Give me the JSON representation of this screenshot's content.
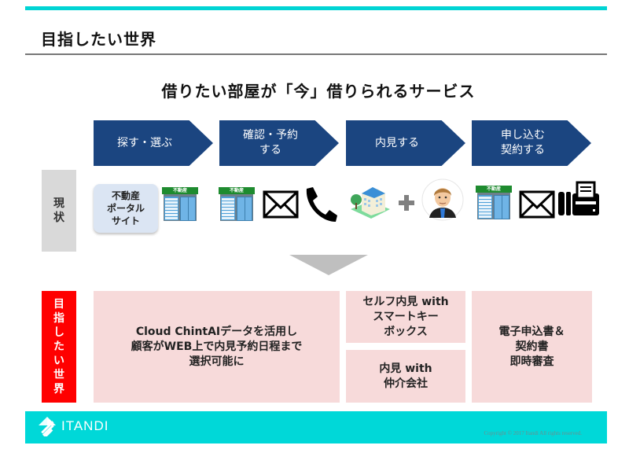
{
  "slide": {
    "title": "目指したい世界",
    "subtitle": "借りたい部屋が「今」借りられるサービス"
  },
  "steps": [
    {
      "label": "探す・選ぶ"
    },
    {
      "label": "確認・予約\nする"
    },
    {
      "label": "内見する"
    },
    {
      "label": "申し込む\n契約する"
    }
  ],
  "rows": {
    "current_label": "現状",
    "goal_label": "目指したい世界"
  },
  "current": {
    "portal_label": "不動産\nポータル\nサイト",
    "shop_sign": "不動産",
    "icons": [
      "real-estate-office-icon",
      "mail-icon",
      "phone-icon",
      "apartment-building-icon",
      "plus-icon",
      "agent-avatar-icon",
      "fax-icon"
    ]
  },
  "goal": {
    "main": "Cloud ChintAIデータを活用し\n顧客がWEB上で内見予約日程まで\n選択可能に",
    "self_viewing": "セルフ内見 with\nスマートキー\nボックス",
    "agent_viewing": "内見 with\n仲介会社",
    "contract": "電子申込書＆\n契約書\n即時審査"
  },
  "footer": {
    "brand": "ITANDI",
    "copyright": "Copyright © 2017 Itandi All rights reserved."
  },
  "colors": {
    "accent_teal": "#00d4d4",
    "chevron_navy": "#1b4580",
    "goal_red": "#ff0000",
    "goal_pink": "#f7dada",
    "current_gray": "#d9d9d9",
    "shop_green": "#1e8b2f"
  }
}
